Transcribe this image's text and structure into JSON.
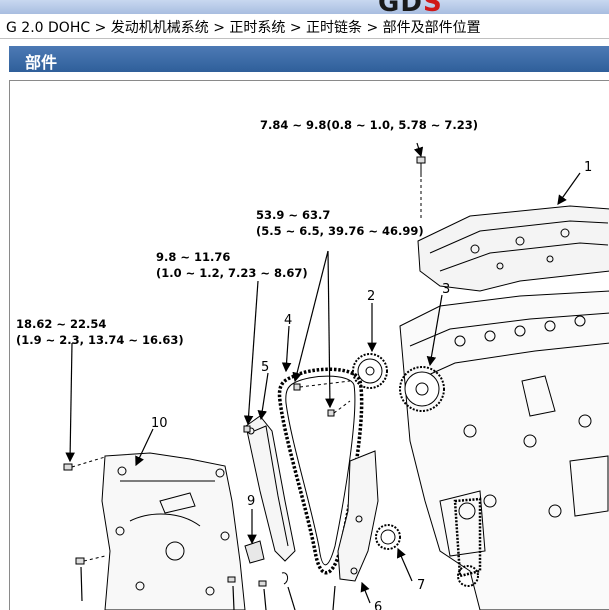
{
  "banner": {
    "logo_dark": "GD",
    "logo_red": "S"
  },
  "breadcrumb": {
    "text": "G 2.0 DOHC > 发动机机械系统 > 正时系统 > 正时链条 > 部件及部件位置"
  },
  "section": {
    "title": "部件"
  },
  "torque": {
    "t1": "7.84 ~ 9.8(0.8 ~ 1.0, 5.78 ~ 7.23)",
    "t2_line1": "53.9 ~ 63.7",
    "t2_line2": "(5.5 ~ 6.5, 39.76 ~ 46.99)",
    "t3_line1": "9.8 ~ 11.76",
    "t3_line2": "(1.0 ~ 1.2, 7.23 ~ 8.67)",
    "t4_line1": "18.62 ~ 22.54",
    "t4_line2": "(1.9 ~ 2.3, 13.74 ~ 16.63)"
  },
  "callouts": {
    "n1": "1",
    "n2": "2",
    "n3": "3",
    "n4": "4",
    "n5": "5",
    "n6": "6",
    "n7": "7",
    "n9": "9",
    "n10": "10"
  },
  "colors": {
    "banner": "#a8bde0",
    "section_bar": "#3a6aa5",
    "line": "#000000"
  }
}
